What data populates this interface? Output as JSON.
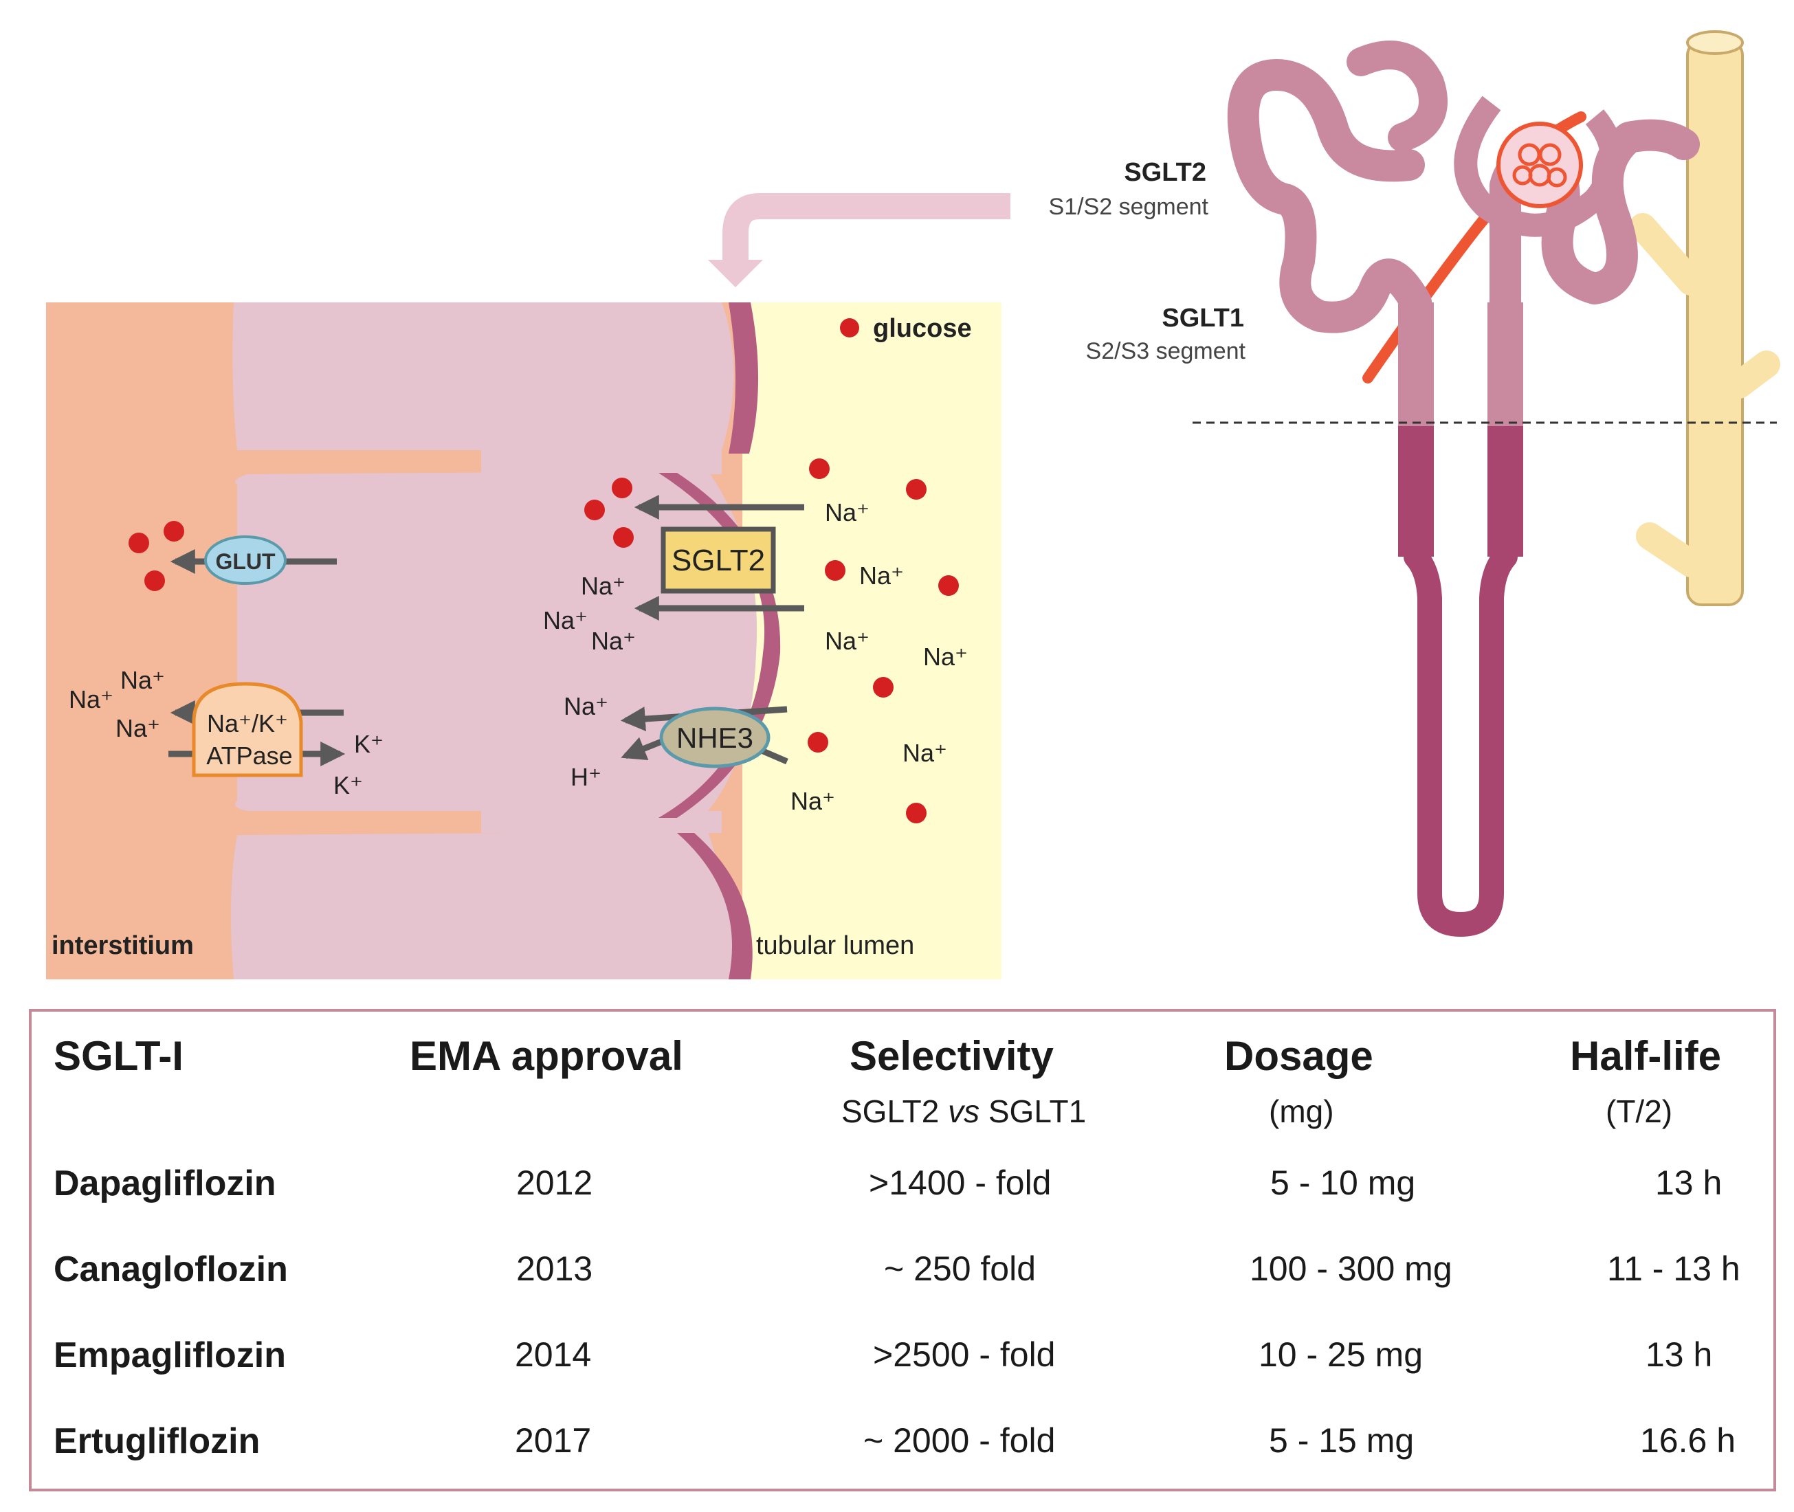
{
  "legend": {
    "glucose_label": "glucose"
  },
  "regions": {
    "interstitium": "interstitium",
    "tubular_lumen": "tubular lumen"
  },
  "transporters": {
    "glut": "GLUT",
    "sglt2": "SGLT2",
    "nhe3": "NHE3",
    "nak_atpase_line1": "Na⁺/K⁺",
    "nak_atpase_line2": "ATPase"
  },
  "ions": {
    "na": "Na⁺",
    "k": "K⁺",
    "h": "H⁺"
  },
  "nephron": {
    "sglt2_label": "SGLT2",
    "sglt2_segment": "S1/S2 segment",
    "sglt1_label": "SGLT1",
    "sglt1_segment": "S2/S3 segment"
  },
  "colors": {
    "interstitium": "#f4b89a",
    "cell": "#e6c4cf",
    "lumen": "#fffdd0",
    "membrane": "#b55d80",
    "glucose": "#d42020",
    "sglt2_box": "#f5d77a",
    "glut": "#a9d6e8",
    "nhe3": "#c2b89a",
    "nephron": "#c98aa0",
    "collecting_duct": "#f9e3a8",
    "artery": "#ee5533"
  },
  "table": {
    "headers": [
      {
        "title": "SGLT-I",
        "sub": ""
      },
      {
        "title": "EMA approval",
        "sub": ""
      },
      {
        "title": "Selectivity",
        "sub_pre": "SGLT2 ",
        "sub_em": "vs",
        "sub_post": " SGLT1"
      },
      {
        "title": "Dosage",
        "sub": "(mg)"
      },
      {
        "title": "Half-life",
        "sub": "(T/2)"
      }
    ],
    "rows": [
      {
        "name": "Dapagliflozin",
        "approval": "2012",
        "selectivity": ">1400 - fold",
        "dosage": "5 - 10 mg",
        "half_life": "13 h"
      },
      {
        "name": "Canagloflozin",
        "approval": "2013",
        "selectivity": "~ 250 fold",
        "dosage": "100 - 300 mg",
        "half_life": "11 - 13 h"
      },
      {
        "name": "Empagliflozin",
        "approval": "2014",
        "selectivity": ">2500 - fold",
        "dosage": "10 - 25 mg",
        "half_life": "13 h"
      },
      {
        "name": "Ertugliflozin",
        "approval": "2017",
        "selectivity": "~ 2000 - fold",
        "dosage": "5 - 15 mg",
        "half_life": "16.6 h"
      }
    ]
  }
}
